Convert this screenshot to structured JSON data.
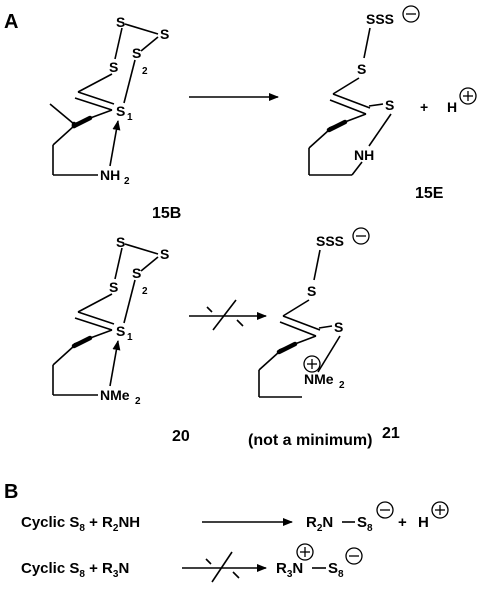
{
  "panels": {
    "a": "A",
    "b": "B"
  },
  "compounds": {
    "c15B": "15B",
    "c15E": "15E",
    "c20": "20",
    "c21": "21",
    "c21_note": "(not a minimum)"
  },
  "atoms": {
    "S": "S",
    "SSS": "SSS",
    "NH2": "NH",
    "NH": "NH",
    "NMe2": "NMe",
    "sub1": "1",
    "sub2": "2",
    "plus": "+",
    "H": "H"
  },
  "panel_b": {
    "row1_left": "Cyclic S",
    "row1_sub": "8",
    "row1_mid": "+ R",
    "row1_mid_sub": "2",
    "row1_mid_end": "NH",
    "row1_prod_a": "R",
    "row1_prod_a_sub": "2",
    "row1_prod_b": "N",
    "row1_prod_c": "S",
    "row1_prod_c_sub": "8",
    "row1_plus": "+",
    "row1_H": "H",
    "row2_left": "Cyclic S",
    "row2_sub": "8",
    "row2_mid": "+ R",
    "row2_mid_sub": "3",
    "row2_mid_end": "N",
    "row2_prod_a": "R",
    "row2_prod_a_sub": "3",
    "row2_prod_b": "N",
    "row2_prod_c": "S",
    "row2_prod_c_sub": "8"
  }
}
